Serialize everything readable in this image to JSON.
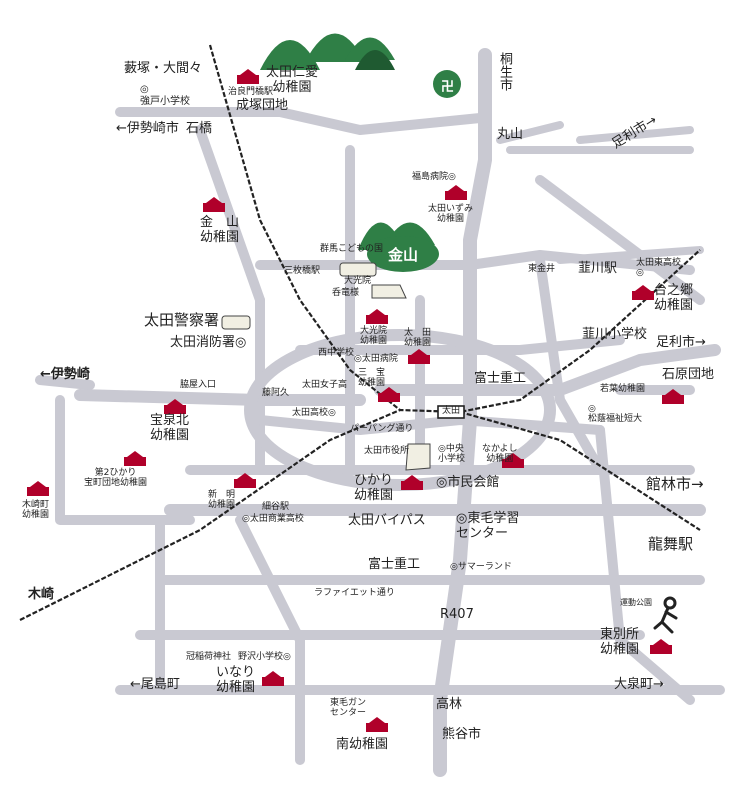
{
  "colors": {
    "road": "#c9c9d2",
    "railway": "#222222",
    "kindergarten": "#b0002a",
    "mountain": "#2f7f46",
    "mountain_dark": "#1f5a31",
    "building": "#f1efe3"
  },
  "icons": {
    "kindergarten": "kindergarten-marker-icon",
    "facility": "circle-facility-icon",
    "station": "station-icon",
    "temple": "manji-temple-icon",
    "mountain": "mountain-icon"
  },
  "directions": {
    "yabuzuka": "藪塚・大間々",
    "kiryu": "桐生市",
    "isesaki_city": "←伊勢崎市",
    "ishibashi": "石橋",
    "ashikaga_ne": "足利市→",
    "ashikaga_e": "足利市→",
    "isesaki_w": "←伊勢崎",
    "tatebayashi": "館林市→",
    "kizaki": "木崎",
    "ojima": "←尾島町",
    "oizumi": "大泉町→",
    "kumagaya": "熊谷市"
  },
  "places": {
    "kyodo_school": "強戸小学校",
    "zenkoji_area": "治良門橋駅",
    "narizuka": "成塚団地",
    "maruyama": "丸山",
    "fukushima_hospital": "福島病院◎",
    "kanayama": "金山",
    "gunma_kodomo": "群馬こどもの国",
    "sanmaibashi": "三枚橋駅",
    "daikoin": "大光院",
    "kanryuro": "呑竜様",
    "ota_police": "太田警察署",
    "ota_fire": "太田消防署◎",
    "nishi_middle": "西中学校",
    "ota_hospital": "◎太田病院",
    "ota_girls_hs": "太田女子高",
    "ota_hs": "太田高校◎",
    "sekiya": "脇屋入口",
    "hosoya_station": "細谷駅",
    "ota_commercial_hs": "◎太田商業高校",
    "kita_station": "東金井",
    "nirakawa_station": "韮川駅",
    "ota_higashi_hs": "太田東高校",
    "nirakawa_school": "韮川小学校",
    "ishihara": "石原団地",
    "shorei_college": "松蔭福祉短大",
    "fuji_heavy_1": "富士重工",
    "fuji_heavy_2": "富士重工",
    "parking_street": "パーパング通り",
    "city_hall": "太田市役所",
    "chuo_school": "◎中央\n小学校",
    "shimin_kaikan": "◎市民会館",
    "ota_bypass": "太田バイパス",
    "tomo_gakushu": "◎東毛学習\nセンター",
    "summerland": "◎サマーランド",
    "lafayette": "ラファイエット通り",
    "r407": "R407",
    "ryumai_station": "龍舞駅",
    "park": "運動公園",
    "kan_inari": "冠稲荷神社",
    "nozawa_school": "野沢小学校◎",
    "takabayashi": "高林",
    "tomo_gan": "東毛ガン\nセンター",
    "ota_station_sign": "太田",
    "hiraoka": "藤阿久"
  },
  "kindergartens": {
    "ota_jinai": "太田仁愛\n幼稚園",
    "ota_izumi": "太田いずみ\n幼稚園",
    "kanayama": "金　山\n幼稚園",
    "daikoin": "大光院\n幼稚園",
    "ota": "太　田\n幼稚園",
    "sanbou": "三　宝\n幼稚園",
    "takaraizumi_kita": "宝泉北\n幼稚園",
    "daini_hikari": "第2ひかり\n宝町団地幼稚園",
    "kizaki_town": "木崎町\n幼稚園",
    "shinmei": "新　明\n幼稚園",
    "hikari": "ひかり\n幼稚園",
    "nakayoshi": "なかよし\n幼稚園",
    "dainogo": "台之郷\n幼稚園",
    "wakaba": "若葉幼稚園",
    "higashibessho": "東別所\n幼稚園",
    "inari": "いなり\n幼稚園",
    "minami": "南幼稚園"
  },
  "temple_mark": "卍"
}
